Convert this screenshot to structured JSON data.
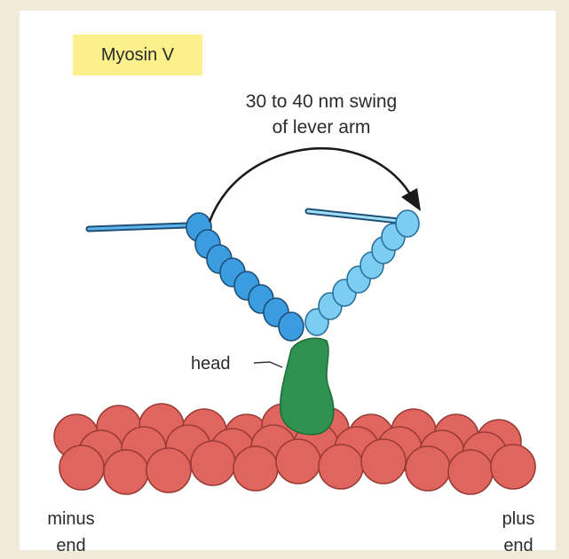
{
  "title": "Myosin V",
  "annotation": {
    "line1": "30 to 40 nm swing",
    "line2": "of lever arm"
  },
  "labels": {
    "head": "head",
    "minus_line1": "minus",
    "minus_line2": "end",
    "plus_line1": "plus",
    "plus_line2": "end"
  },
  "colors": {
    "background": "#f2ead8",
    "title_highlight": "#fbf08c",
    "lever_left": "#3b9de0",
    "lever_right": "#7dcdf3",
    "head": "#2e9150",
    "actin": "#e0655f"
  }
}
